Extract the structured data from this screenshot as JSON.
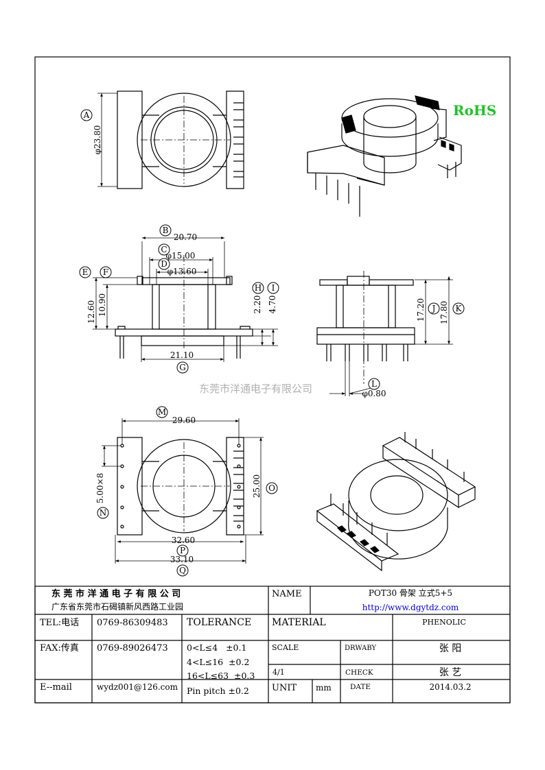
{
  "rohs": "RoHS",
  "watermark": "东莞市洋通电子有限公司",
  "callouts": {
    "A": "A",
    "B": "B",
    "C": "C",
    "D": "D",
    "E": "E",
    "F": "F",
    "G": "G",
    "H": "H",
    "I": "I",
    "J": "J",
    "K": "K",
    "L": "L",
    "M": "M",
    "N": "N",
    "O": "O",
    "P": "P",
    "Q": "Q"
  },
  "dims": {
    "A": "φ23.80",
    "B": "20.70",
    "C": "φ15.00",
    "D": "φ13.60",
    "E": "12.60",
    "F": "10.90",
    "G": "21.10",
    "H": "2.20",
    "I": "4.70",
    "J": "17.20",
    "K": "17.80",
    "L": "φ0.80",
    "M": "29.60",
    "N": "5.00×8",
    "O": "25.00",
    "P": "32.60",
    "Q": "33.10"
  },
  "title_block": {
    "company": "东 莞 市 洋 通 电 子 有 限 公 司",
    "address": "广东省东莞市石碣镇新风西路工业园",
    "name_label": "NAME",
    "part_name": "POT30 骨架 立式5+5",
    "website": "http://www.dgytdz.com",
    "tel_label": "TEL:电话",
    "tel": "0769-86309483",
    "fax_label": "FAX:传真",
    "fax": "0769-89026473",
    "email_label": "E--mail",
    "email": "wydz001@126.com",
    "tolerance_label": "TOLERANCE",
    "tol_lines": [
      "0<L≤4   ±0.1",
      "4<L≤16  ±0.2",
      "16<L≤63  ±0.3",
      "Pin pitch ±0.2"
    ],
    "material_label": "MATERIAL",
    "material": "PHENOLIC",
    "scale_label": "SCALE",
    "scale": "4/1",
    "draw_label": "DRWABY",
    "draw_by": "张 阳",
    "check_label": "CHECK",
    "check_by": "张 艺",
    "unit_label": "UNIT",
    "unit": "mm",
    "date_label": "DATE",
    "date": "2014.03.2"
  }
}
